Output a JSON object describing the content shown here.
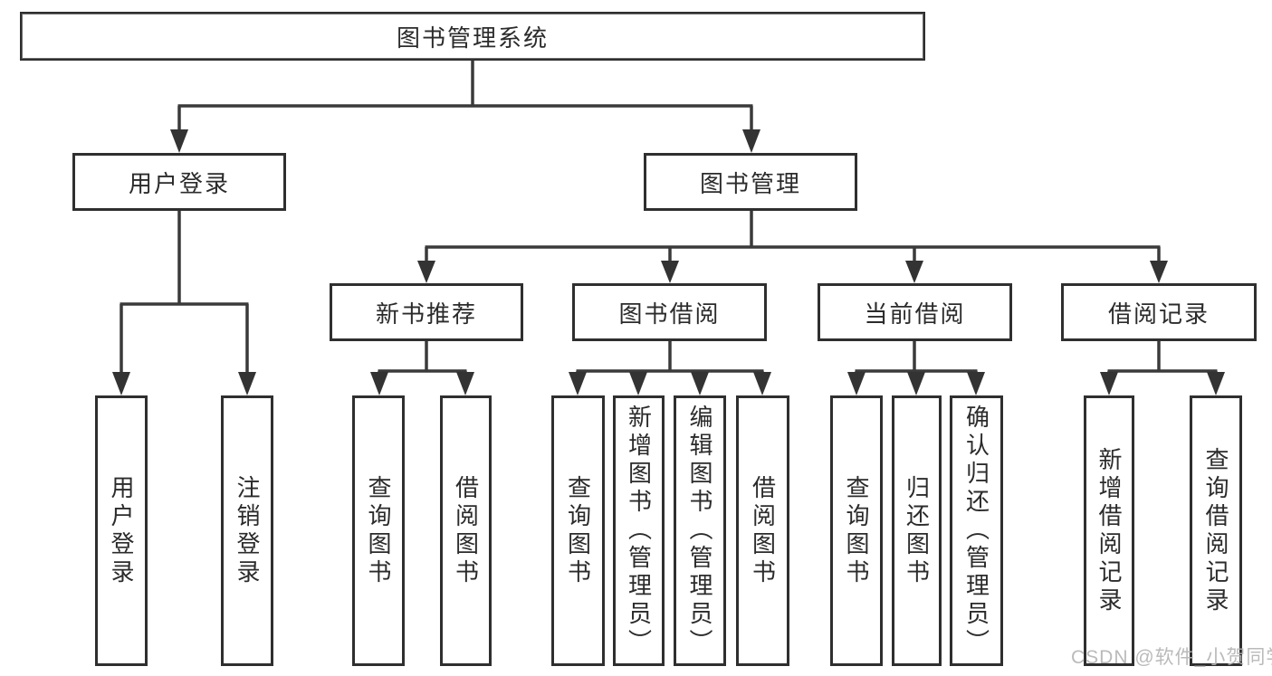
{
  "tree": {
    "label": "图书管理系统",
    "children": [
      {
        "label": "用户登录",
        "children": [
          {
            "label": "用户登录"
          },
          {
            "label": "注销登录"
          }
        ]
      },
      {
        "label": "图书管理",
        "children": [
          {
            "label": "新书推荐",
            "children": [
              {
                "label": "查询图书"
              },
              {
                "label": "借阅图书"
              }
            ]
          },
          {
            "label": "图书借阅",
            "children": [
              {
                "label": "查询图书"
              },
              {
                "label": "新增图书（管理员）"
              },
              {
                "label": "编辑图书（管理员）"
              },
              {
                "label": "借阅图书"
              }
            ]
          },
          {
            "label": "当前借阅",
            "children": [
              {
                "label": "查询图书"
              },
              {
                "label": "归还图书"
              },
              {
                "label": "确认归还（管理员）"
              }
            ]
          },
          {
            "label": "借阅记录",
            "children": [
              {
                "label": "新增借阅记录"
              },
              {
                "label": "查询借阅记录"
              }
            ]
          }
        ]
      }
    ]
  },
  "watermark": {
    "text": "CSDN @软件_小贺同学"
  },
  "colors": {
    "line": "#3a3a3a",
    "border": "#2f2f2f",
    "text": "#2b2b2b",
    "watermark": "#b5b5b5",
    "background": "#ffffff"
  }
}
